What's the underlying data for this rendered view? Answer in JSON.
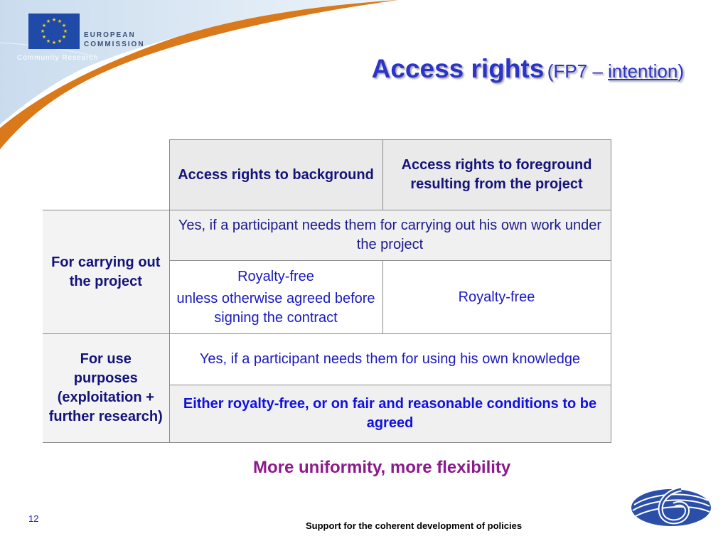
{
  "header": {
    "logo_line1": "EUROPEAN",
    "logo_line2": "COMMISSION",
    "logo_sub": "Community Research"
  },
  "title": {
    "main": "Access rights",
    "sub_prefix": "(FP7 –",
    "sub_link": "intention",
    "sub_suffix": ")"
  },
  "table": {
    "col_headers": [
      "Access rights to background",
      "Access rights to foreground resulting from the project"
    ],
    "row_carrying": {
      "label": "For carrying out the project",
      "need": "Yes, if a participant needs them for carrying out his own work under the project",
      "bg_line1": "Royalty-free",
      "bg_line2": "unless otherwise agreed before signing the contract",
      "fg": "Royalty-free"
    },
    "row_use": {
      "label": "For use purposes (exploitation + further research)",
      "need": "Yes, if a participant needs them for using his own knowledge",
      "terms": "Either royalty-free, or on fair and reasonable conditions to be agreed"
    }
  },
  "tagline": "More uniformity, more flexibility",
  "footer": {
    "page_number": "12",
    "text": "Support for the coherent development of policies"
  },
  "colors": {
    "title": "#2b33c9",
    "tagline": "#8b1a8b",
    "swoosh_orange": "#d9791a",
    "swoosh_blue": "#dfe9f3"
  }
}
